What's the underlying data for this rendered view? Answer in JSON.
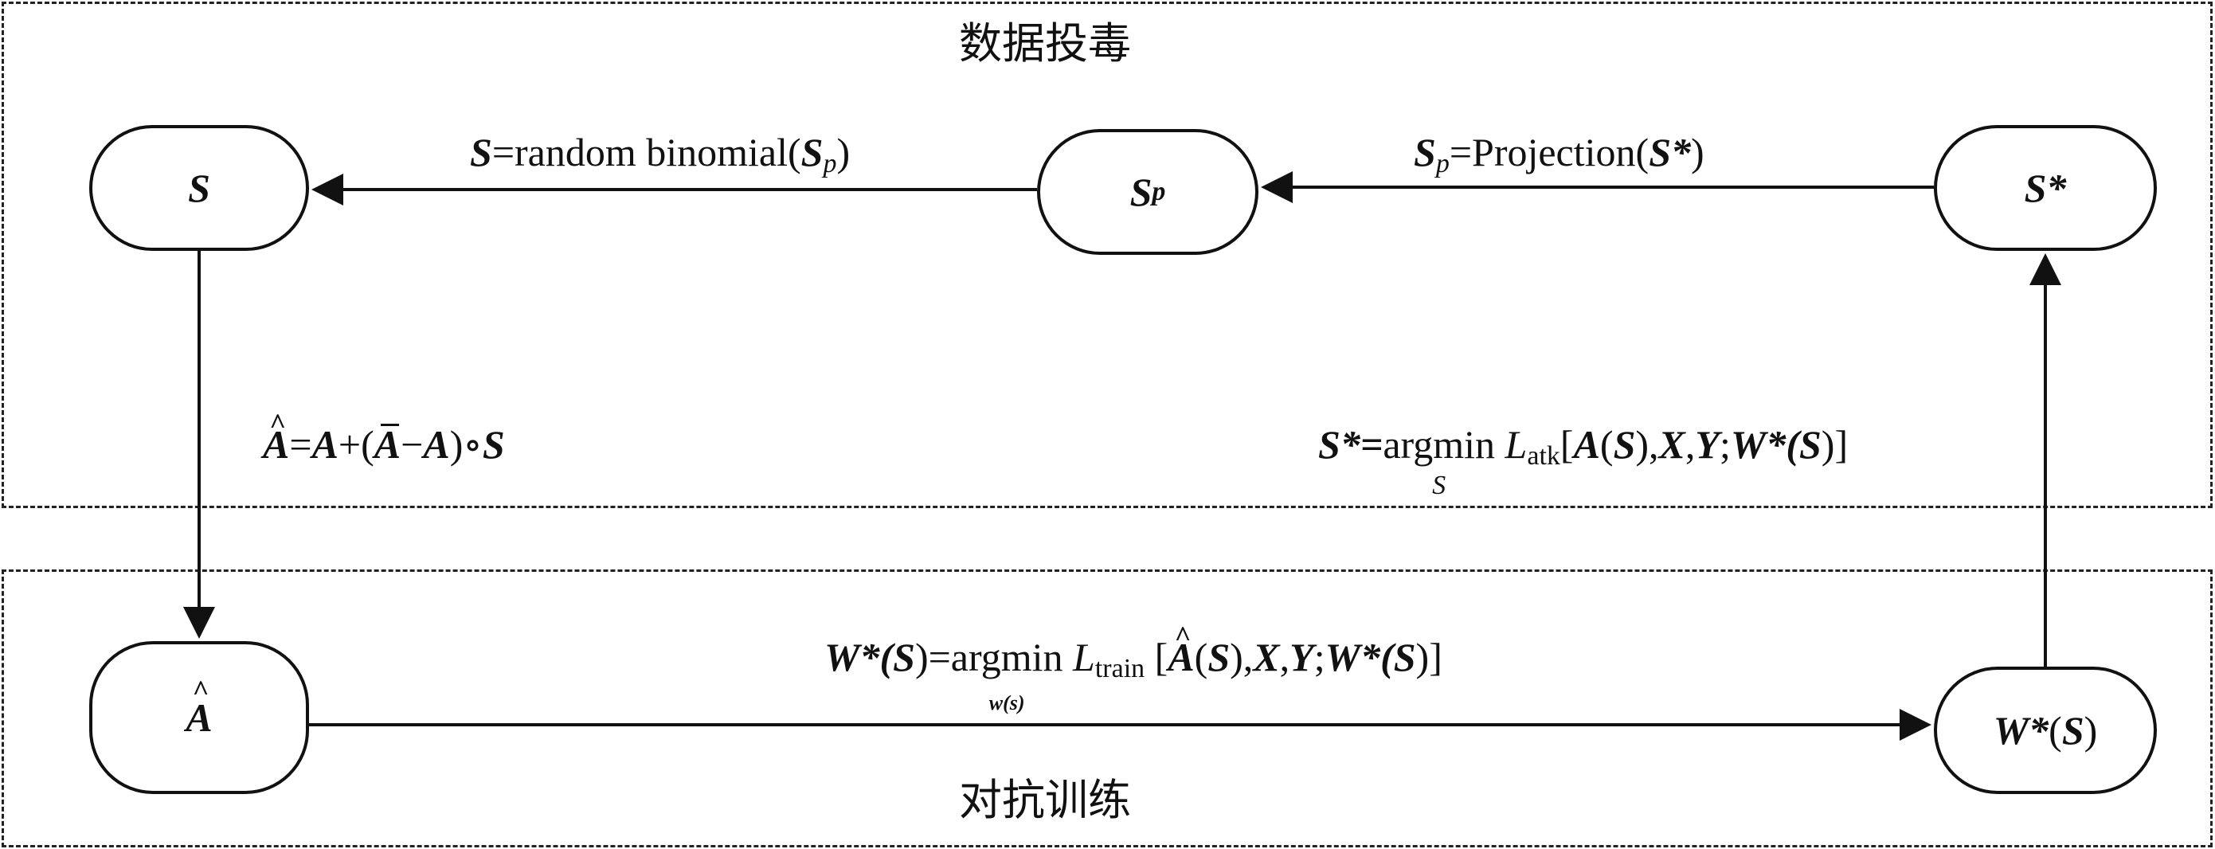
{
  "regions": {
    "poison_title": "数据投毒",
    "train_title": "对抗训练"
  },
  "nodes": {
    "s": {
      "sym": "S"
    },
    "sp": {
      "sym": "S",
      "sub": "p"
    },
    "sstar": {
      "sym": "S",
      "sup": "*"
    },
    "ahat": {
      "sym": "A"
    },
    "wstar": {
      "sym": "W",
      "star": "*",
      "open": "(",
      "arg": "S",
      "close": ")"
    }
  },
  "edges": {
    "sp_to_s": {
      "lhs": "S",
      "eq": "=random binomial(",
      "arg": "S",
      "arg_sub": "p",
      "close": ")"
    },
    "sstar_to_sp": {
      "lhs": "S",
      "lhs_sub": "p",
      "eq": "=Projection(",
      "arg": "S*",
      "close": ")"
    },
    "s_to_ahat": {
      "lhs": "A",
      "eq": "=",
      "a1": "A",
      "plus": "+(",
      "abar": "A",
      "minus": "−",
      "a2": "A",
      "close": ")∘",
      "s": "S"
    },
    "w_to_sstar": {
      "lhs": "S",
      "star": "*=",
      "op": "argmin",
      "op_under": "S",
      "loss": "L",
      "loss_sub": "atk",
      "open": "[",
      "a": "A",
      "a_arg_open": "(",
      "a_arg": "S",
      "a_arg_close": "),",
      "x": "X",
      "comma": ",",
      "y": "Y",
      "semi": ";",
      "w": "W",
      "w_star": "*(",
      "w_arg": "S",
      "close": ")]"
    },
    "ahat_to_w": {
      "lhs": "W",
      "star": "*(",
      "lhs_arg": "S",
      "eq": ")=",
      "op": "argmin",
      "op_under": "w(s)",
      "loss": "L",
      "loss_sub": "train",
      "open": "[",
      "a": "A",
      "a_arg_open": "(",
      "a_arg": "S",
      "a_arg_close": "),",
      "x": "X",
      "comma": ",",
      "y": "Y",
      "semi": ";",
      "w": "W",
      "w_star": "*(",
      "w_arg": "S",
      "close": ")]"
    }
  },
  "colors": {
    "stroke": "#111111",
    "background": "#ffffff"
  }
}
